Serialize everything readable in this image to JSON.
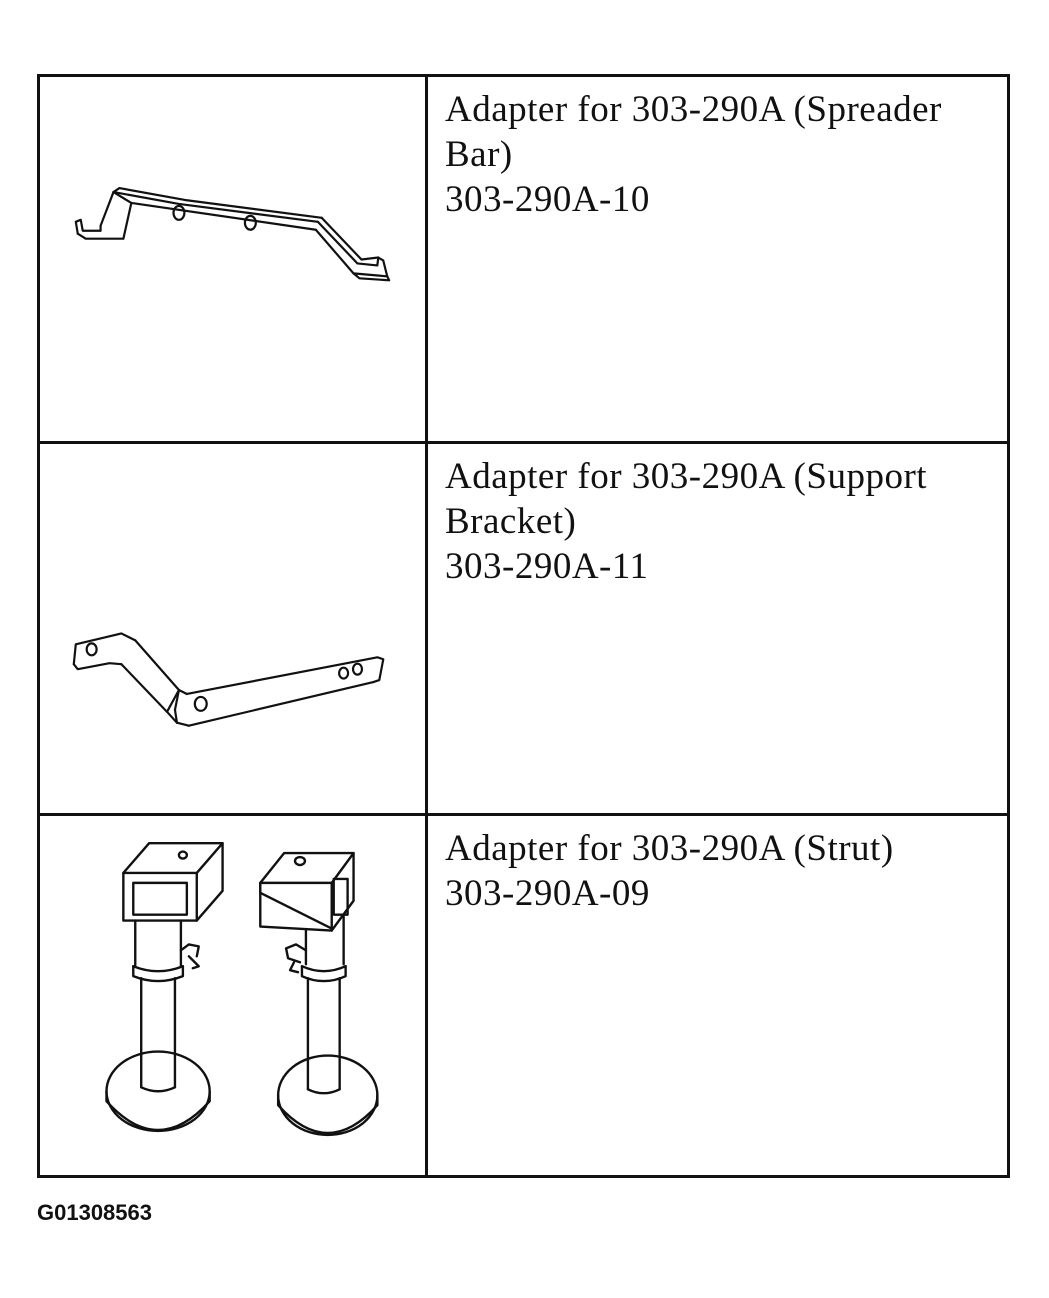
{
  "rows": [
    {
      "description": "Adapter for 303-290A (Spreader Bar)",
      "part_number": "303-290A-10",
      "illustration": "spreader-bar-icon"
    },
    {
      "description": "Adapter for 303-290A (Support Bracket)",
      "part_number": "303-290A-11",
      "illustration": "support-bracket-icon"
    },
    {
      "description": "Adapter for 303-290A (Strut)",
      "part_number": "303-290A-09",
      "illustration": "strut-pair-icon"
    }
  ],
  "figure_id": "G01308563"
}
